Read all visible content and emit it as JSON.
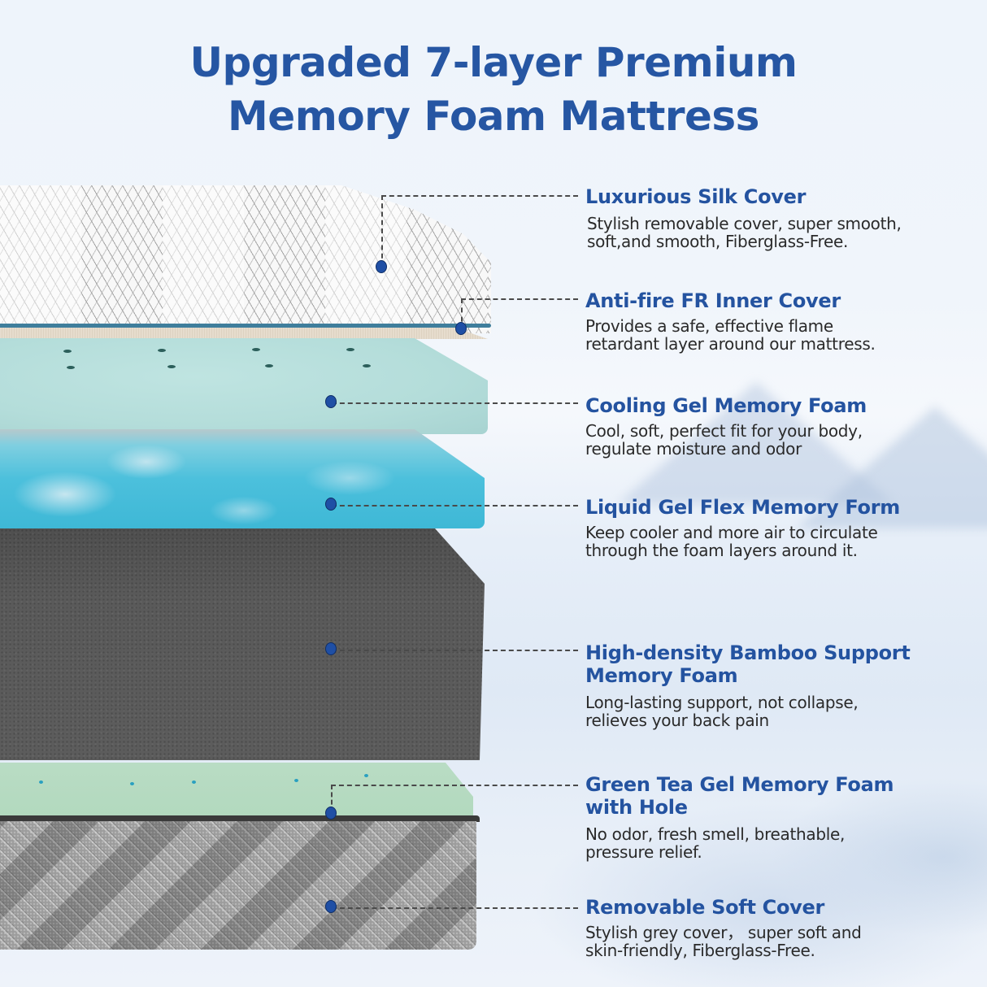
{
  "title": {
    "line1": "Upgraded 7-layer Premium",
    "line2": "Memory Foam Mattress"
  },
  "colors": {
    "heading_blue": "#2453a0",
    "dot_blue": "#1f4fa5",
    "body_text": "#2a2a2a",
    "background": "#eef4fb"
  },
  "layers": [
    {
      "name": "Luxurious Silk Cover",
      "description_line1": "Stylish removable cover, super smooth,",
      "description_line2": "soft,and smooth, Fiberglass-Free.",
      "color": "#f7f7f7"
    },
    {
      "name": "Anti-fire FR Inner Cover",
      "description_line1": "Provides a safe, effective flame",
      "description_line2": "retardant layer around our mattress.",
      "color": "#e6dccd"
    },
    {
      "name": "Cooling Gel Memory Foam",
      "description_line1": "Cool, soft, perfect fit for your body,",
      "description_line2": "regulate moisture and odor",
      "color": "#b4ddda"
    },
    {
      "name": "Liquid Gel Flex Memory Form",
      "description_line1": "Keep cooler and more air to circulate",
      "description_line2": "through the foam layers around it.",
      "color": "#4cc0dc"
    },
    {
      "name_line1": "High-density Bamboo Support",
      "name_line2": "Memory Foam",
      "description_line1": "Long-lasting support, not collapse,",
      "description_line2": "relieves your back pain",
      "color": "#5a5a5a"
    },
    {
      "name_line1": "Green Tea Gel Memory Foam",
      "name_line2": "with Hole",
      "description_line1": "No odor, fresh smell, breathable,",
      "description_line2": "pressure relief.",
      "color": "#b2d9be"
    },
    {
      "name": "Removable Soft Cover",
      "description_line1": "Stylish grey cover，  super soft and",
      "description_line2": "skin-friendly, Fiberglass-Free.",
      "color": "#9c9c9c"
    }
  ]
}
